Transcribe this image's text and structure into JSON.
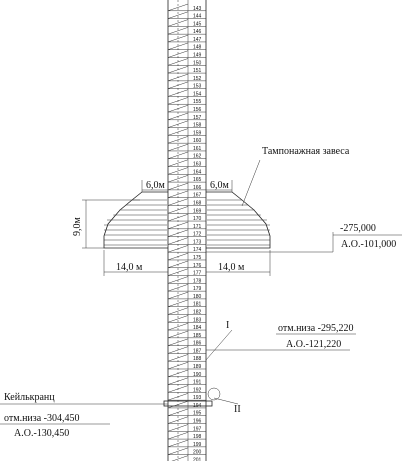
{
  "curtain_label": "Тампонажная завеса",
  "dims": {
    "top_left": "6,0м",
    "top_right": "6,0м",
    "height": "9,0м",
    "bottom_left": "14,0 м",
    "bottom_right": "14,0 м"
  },
  "marks": [
    {
      "top": "-275,000",
      "bottom": "А.О.-101,000"
    },
    {
      "top": "отм.низа -295,220",
      "bottom": "А.О.-121,220"
    },
    {
      "top": "отм.низа -304,450",
      "bottom": "А.О.-130,450"
    }
  ],
  "keilkranz_label": "Кейлькранц",
  "node_labels": [
    "I",
    "II"
  ],
  "segments": {
    "first": 143,
    "last": 201
  }
}
